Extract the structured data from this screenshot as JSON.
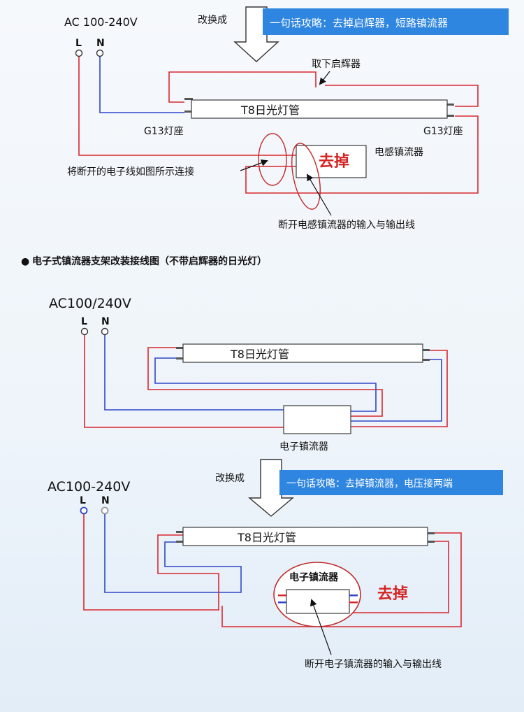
{
  "top": {
    "voltage": "AC 100-240V",
    "terminal_l": "L",
    "terminal_n": "N",
    "change_to": "改换成",
    "tip": "一句话攻略：去掉启辉器，短路镇流器",
    "starter_removed": "取下启辉器",
    "tube": "T8日光灯管",
    "socket_left": "G13灯座",
    "socket_right": "G13灯座",
    "ballast": "电感镇流器",
    "remove": "去掉",
    "connect_note": "将断开的电子线如图所示连接",
    "cut_note": "断开电感镇流器的输入与输出线"
  },
  "section": {
    "bullet": "●",
    "heading": "电子式镇流器支架改装接线图（不带启辉器的日光灯）"
  },
  "middle": {
    "voltage": "AC100/240V",
    "terminal_l": "L",
    "terminal_n": "N",
    "tube": "T8日光灯管",
    "ballast": "电子镇流器"
  },
  "bottom": {
    "change_to": "改换成",
    "tip": "一句话攻略：去掉镇流器，电压接两端",
    "voltage": "AC100-240V",
    "terminal_l": "L",
    "terminal_n": "N",
    "tube": "T8日光灯管",
    "ballast": "电子镇流器",
    "remove": "去掉",
    "cut_note": "断开电子镇流器的输入与输出线"
  },
  "colors": {
    "live_wire": "#d8282e",
    "neutral_wire": "#2f46c8",
    "tip_box": "#2f86e0",
    "remove_text": "#d42424"
  }
}
